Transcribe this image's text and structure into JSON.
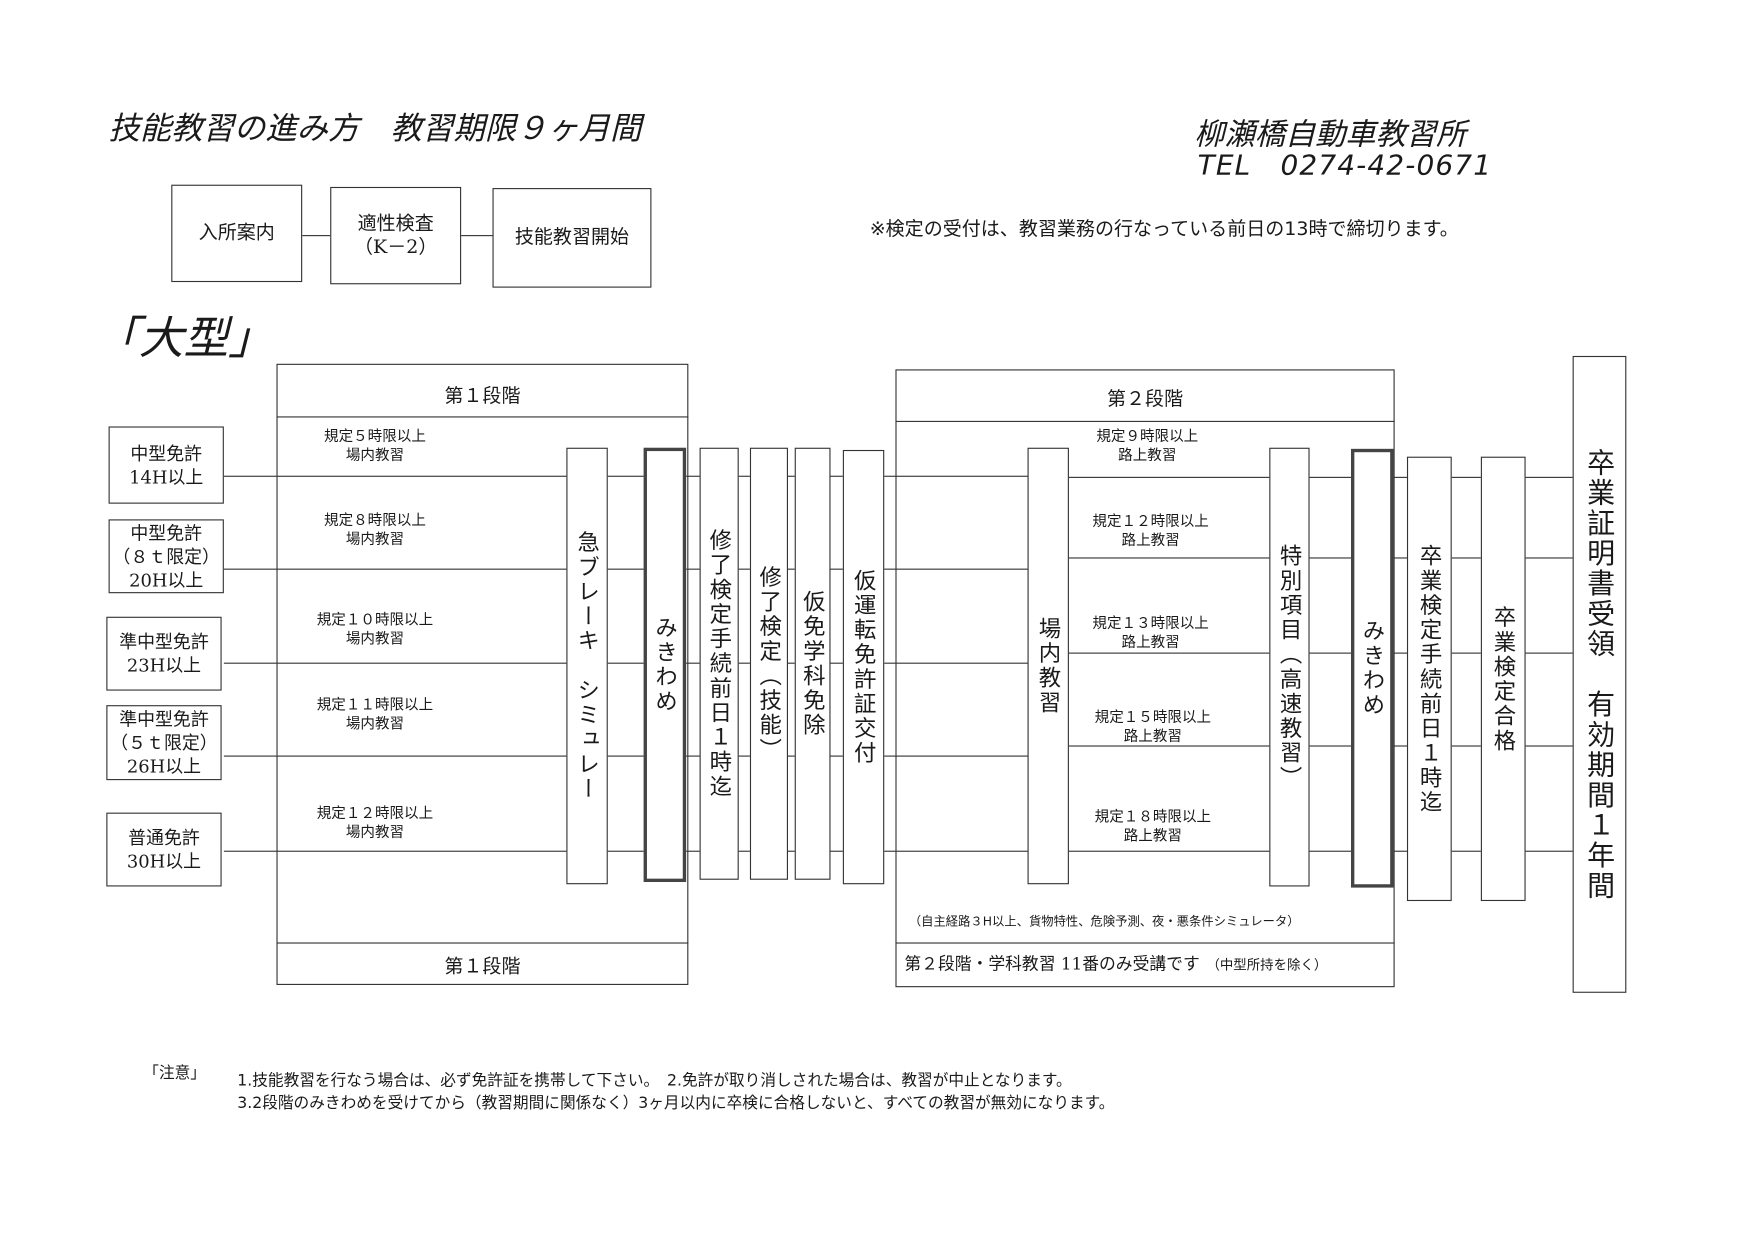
{
  "header": {
    "title": "技能教習の進み方　教習期限９ヶ月間",
    "school_name": "柳瀬橋自動車教習所",
    "tel": "TEL　0274-42-0671",
    "deadline_note": "※検定の受付は、教習業務の行なっている前日の13時で締切ります。"
  },
  "intro_steps": [
    {
      "line1": "入所案内",
      "line2": ""
    },
    {
      "line1": "適性検査",
      "line2": "（K－2）"
    },
    {
      "line1": "技能教習開始",
      "line2": ""
    }
  ],
  "vehicle_type": "「大型」",
  "licenses": [
    {
      "name": "中型免許",
      "limit": "",
      "hours": "14H以上"
    },
    {
      "name": "中型免許",
      "limit": "（８ｔ限定）",
      "hours": "20H以上"
    },
    {
      "name": "準中型免許",
      "limit": "",
      "hours": "23H以上"
    },
    {
      "name": "準中型免許",
      "limit": "（５ｔ限定）",
      "hours": "26H以上"
    },
    {
      "name": "普通免許",
      "limit": "",
      "hours": "30H以上"
    }
  ],
  "stage1": {
    "header": "第１段階",
    "footer": "第１段階",
    "rules": [
      {
        "line1": "規定５時限以上",
        "line2": "場内教習"
      },
      {
        "line1": "規定８時限以上",
        "line2": "場内教習"
      },
      {
        "line1": "規定１０時限以上",
        "line2": "場内教習"
      },
      {
        "line1": "規定１１時限以上",
        "line2": "場内教習"
      },
      {
        "line1": "規定１２時限以上",
        "line2": "場内教習"
      }
    ],
    "steps": [
      "急ブレーキ　シミュレー",
      "みきわめ"
    ]
  },
  "transition_steps": [
    "修了検定手続前日１時迄",
    "修了検定（技能）",
    "仮免学科免除",
    "仮運転免許証交付"
  ],
  "stage2": {
    "header": "第２段階",
    "rules": [
      {
        "line1": "規定９時限以上",
        "line2": "路上教習"
      },
      {
        "line1": "規定１２時限以上",
        "line2": "路上教習"
      },
      {
        "line1": "規定１３時限以上",
        "line2": "路上教習"
      },
      {
        "line1": "規定１５時限以上",
        "line2": "路上教習"
      },
      {
        "line1": "規定１８時限以上",
        "line2": "路上教習"
      }
    ],
    "steps": [
      "場内教習",
      "特別項目（高速教習）",
      "みきわめ"
    ],
    "note": "（自主経路３H以上、貨物特性、危険予測、夜・悪条件シミュレータ）",
    "footer_main": "第２段階・学科教習 11番のみ受講です",
    "footer_sub": "（中型所持を除く）"
  },
  "final_steps": [
    "卒業検定手続前日１時迄",
    "卒業検定合格"
  ],
  "certificate": "卒業証明書受領　有効期間１年間",
  "notes": {
    "label": "「注意」",
    "line1": "1.技能教習を行なう場合は、必ず免許証を携帯して下さい。　2.免許が取り消しされた場合は、教習が中止となります。",
    "line2": "3.2段階のみきわめを受けてから（教習期間に関係なく）3ヶ月以内に卒検に合格しないと、すべての教習が無効になります。"
  }
}
